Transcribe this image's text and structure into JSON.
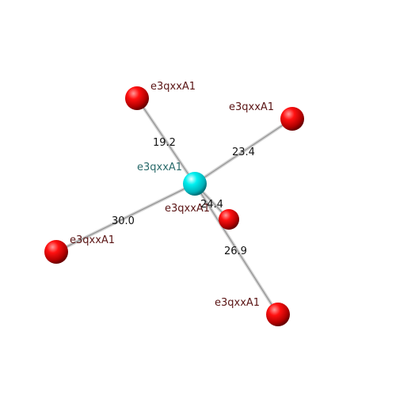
{
  "colors": {
    "center_atom": "#00e5e5",
    "ligand_atom": "#e00000",
    "center_label": "#2a6b6b",
    "ligand_label": "#5a1414",
    "bond": "#c8c8c8",
    "distance_label": "#111111"
  },
  "center": {
    "label": "e3qxxA1"
  },
  "ligands": [
    {
      "label": "e3qxxA1",
      "distance": "19.2"
    },
    {
      "label": "e3qxxA1",
      "distance": "23.4"
    },
    {
      "label": "e3qxxA1",
      "distance": "30.0"
    },
    {
      "label": "e3qxxA1",
      "distance": "24.4"
    },
    {
      "label": "e3qxxA1",
      "distance": "26.9"
    }
  ]
}
